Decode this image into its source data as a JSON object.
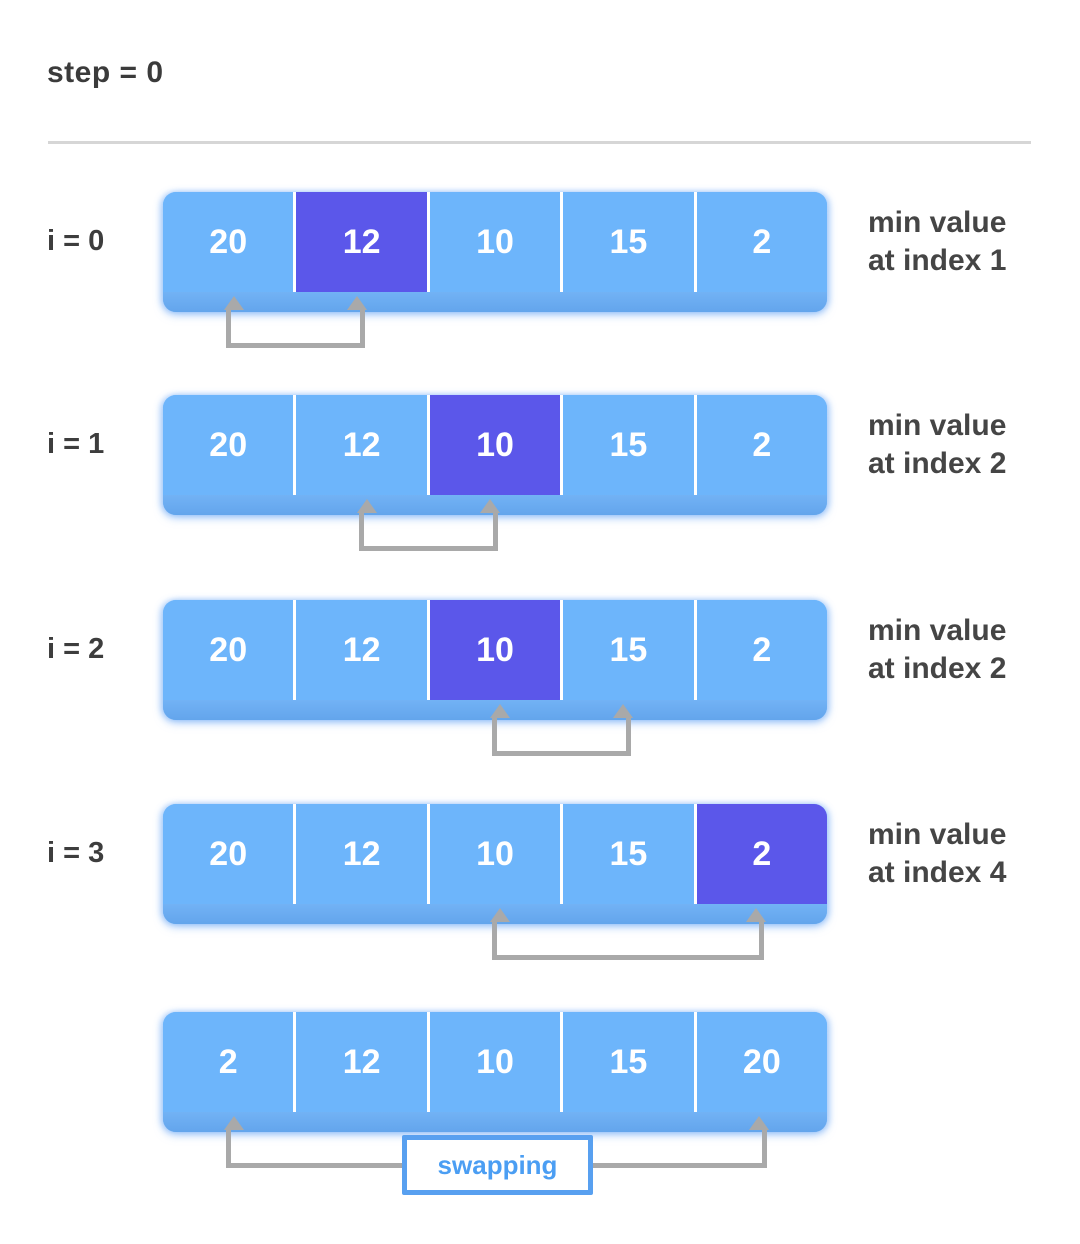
{
  "title": "step = 0",
  "colors": {
    "cell_blue": "#6db5fb",
    "highlight_purple": "#5b57ea",
    "cell_shadow_blue": "#63a5ec",
    "divider_white": "#ffffff",
    "arrow_gray": "#a9a9a9",
    "swap_border_blue": "#58a0f0",
    "swap_text_blue": "#4b9ef3",
    "heading_dark_gray": "#3b3b3b",
    "note_gray": "#454545",
    "rule_gray": "#d6d6d6"
  },
  "array_rows": [
    {
      "label": "i = 0",
      "values": [
        "20",
        "12",
        "10",
        "15",
        "2"
      ],
      "highlight_index": 1,
      "note": [
        "min value",
        "at index 1"
      ],
      "arrow_from_index": 0,
      "arrow_to_index": 1
    },
    {
      "label": "i = 1",
      "values": [
        "20",
        "12",
        "10",
        "15",
        "2"
      ],
      "highlight_index": 2,
      "note": [
        "min value",
        "at index 2"
      ],
      "arrow_from_index": 1,
      "arrow_to_index": 2
    },
    {
      "label": "i = 2",
      "values": [
        "20",
        "12",
        "10",
        "15",
        "2"
      ],
      "highlight_index": 2,
      "note": [
        "min value",
        "at index 2"
      ],
      "arrow_from_index": 2,
      "arrow_to_index": 3
    },
    {
      "label": "i = 3",
      "values": [
        "20",
        "12",
        "10",
        "15",
        "2"
      ],
      "highlight_index": 4,
      "note": [
        "min value",
        "at index 4"
      ],
      "arrow_from_index": 2,
      "arrow_to_index": 4
    },
    {
      "label": "",
      "values": [
        "2",
        "12",
        "10",
        "15",
        "20"
      ],
      "highlight_index": -1,
      "note": [
        "",
        ""
      ],
      "arrow_from_index": 0,
      "arrow_to_index": 4,
      "swap_label": "swapping"
    }
  ]
}
